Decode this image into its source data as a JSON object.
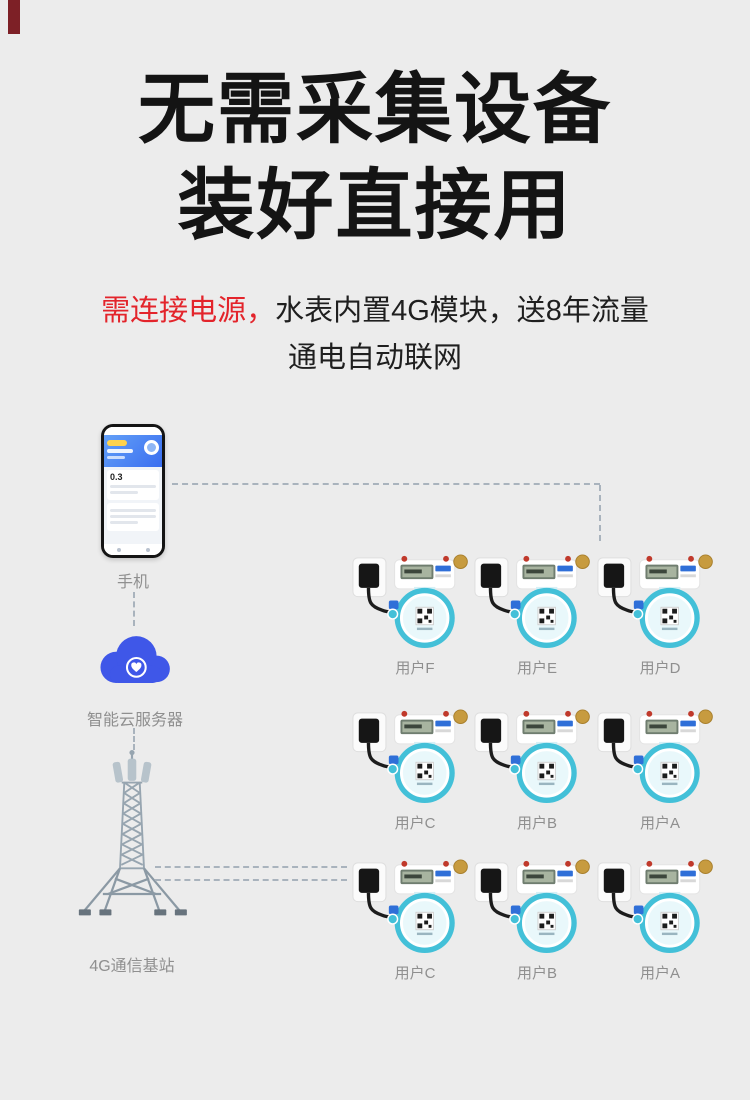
{
  "header": {
    "title_line1": "无需采集设备",
    "title_line2": "装好直接用",
    "subtitle_highlight": "需连接电源，",
    "subtitle_rest": "水表内置4G模块，送8年流量",
    "subtitle_line2": "通电自动联网"
  },
  "network": {
    "phone_label": "手机",
    "cloud_label": "智能云服务器",
    "tower_label": "4G通信基站",
    "phone_reading": "0.3"
  },
  "meters": {
    "labels": [
      "用户F",
      "用户E",
      "用户D",
      "用户C",
      "用户B",
      "用户A",
      "用户C",
      "用户B",
      "用户A"
    ]
  },
  "colors": {
    "background": "#ececec",
    "accent_red": "#e3242b",
    "title_black": "#141414",
    "cloud_blue": "#3f57e8",
    "meter_teal": "#43c0d8",
    "label_gray": "#8f8f8f"
  }
}
